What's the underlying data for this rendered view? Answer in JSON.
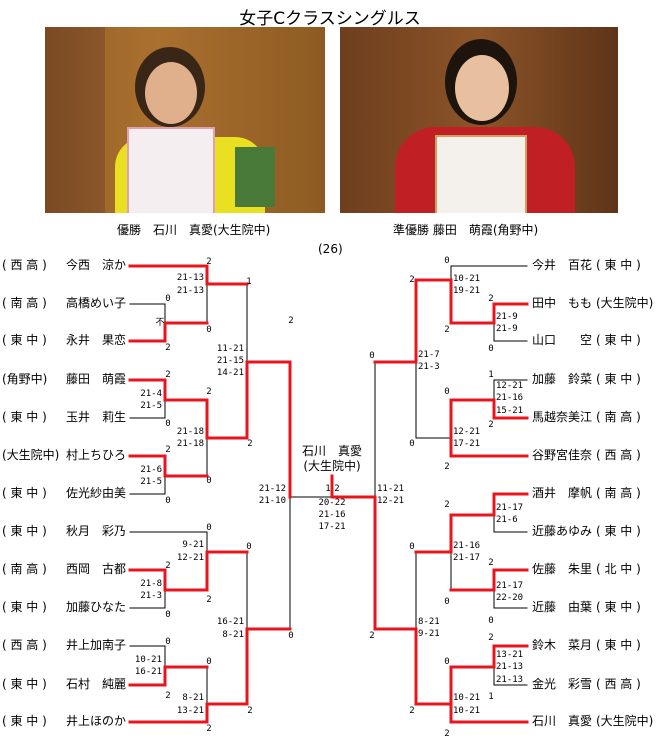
{
  "title": "女子Cクラスシングルス",
  "captions": {
    "winner": "優勝　石川　真愛(大生院中)",
    "runner_up": "準優勝 藤田　萌霞(角野中)"
  },
  "entry_count": "(26)",
  "champion": {
    "name": "石川　真愛",
    "school": "(大生院中)"
  },
  "colors": {
    "win_line": "#e8141e",
    "line": "#000000"
  },
  "left_players": [
    {
      "school": "( 西 高 )",
      "name": "今西　涼か"
    },
    {
      "school": "( 南 高 )",
      "name": "高橋めい子"
    },
    {
      "school": "( 東 中 )",
      "name": "永井　果恋"
    },
    {
      "school": "(角野中)",
      "name": "藤田　萌霞"
    },
    {
      "school": "( 東 中 )",
      "name": "玉井　莉生"
    },
    {
      "school": "(大生院中)",
      "name": "村上ちひろ"
    },
    {
      "school": "( 東 中 )",
      "name": "佐光紗由美"
    },
    {
      "school": "( 東 中 )",
      "name": "秋月　彩乃"
    },
    {
      "school": "( 南 高 )",
      "name": "西岡　古都"
    },
    {
      "school": "( 東 中 )",
      "name": "加藤ひなた"
    },
    {
      "school": "( 西 高 )",
      "name": "井上加南子"
    },
    {
      "school": "( 東 中 )",
      "name": "石村　純麗"
    },
    {
      "school": "( 東 中 )",
      "name": "井上ほのか"
    }
  ],
  "right_players": [
    {
      "name": "今井　百花",
      "school": "( 東 中 )"
    },
    {
      "name": "田中　もも",
      "school": "(大生院中)"
    },
    {
      "name": "山口　　空",
      "school": "( 東 中 )"
    },
    {
      "name": "加藤　鈴菜",
      "school": "( 東 中 )"
    },
    {
      "name": "馬越奈美江",
      "school": "( 南 高 )"
    },
    {
      "name": "谷野宮佳奈",
      "school": "( 西 高 )"
    },
    {
      "name": "酒井　摩帆",
      "school": "( 南 高 )"
    },
    {
      "name": "近藤あゆみ",
      "school": "( 東 中 )"
    },
    {
      "name": "佐藤　朱里",
      "school": "( 北 中 )"
    },
    {
      "name": "近藤　由葉",
      "school": "( 東 中 )"
    },
    {
      "name": "鈴木　菜月",
      "school": "( 東 中 )"
    },
    {
      "name": "金光　彩雪",
      "school": "( 西 高 )"
    },
    {
      "name": "石川　真愛",
      "school": "(大生院中)"
    }
  ],
  "left_labels": [
    "2",
    "21-13",
    "21-13",
    "0",
    "1",
    "0",
    "不",
    "2",
    "2",
    "21-4",
    "21-5",
    "0",
    "2",
    "21-18",
    "21-18",
    "0",
    "2",
    "21-6",
    "21-5",
    "0",
    "11-21",
    "21-15",
    "14-21",
    "2",
    "2",
    "21-12",
    "21-10",
    "0",
    "9-21",
    "12-21",
    "2",
    "2",
    "21-8",
    "21-3",
    "0",
    "0",
    "16-21",
    "8-21",
    "2",
    "0",
    "0",
    "10-21",
    "16-21",
    "2",
    "0",
    "8-21",
    "13-21",
    "2"
  ],
  "right_labels": [
    "0",
    "10-21",
    "19-21",
    "2",
    "2",
    "21-9",
    "21-9",
    "0",
    "2",
    "21-7",
    "21-3",
    "0",
    "1",
    "12-21",
    "21-16",
    "15-21",
    "2",
    "0",
    "12-21",
    "17-21",
    "2",
    "0",
    "11-21",
    "12-21",
    "2",
    "2",
    "21-17",
    "21-6",
    "0",
    "21-16",
    "21-17",
    "0",
    "2",
    "21-17",
    "22-20",
    "0",
    "8-21",
    "9-21",
    "2",
    "2",
    "13-21",
    "21-13",
    "21-13",
    "1",
    "0",
    "10-21",
    "10-21",
    "2"
  ],
  "final_labels": [
    "1",
    "2",
    "20-22",
    "21-16",
    "17-21"
  ]
}
